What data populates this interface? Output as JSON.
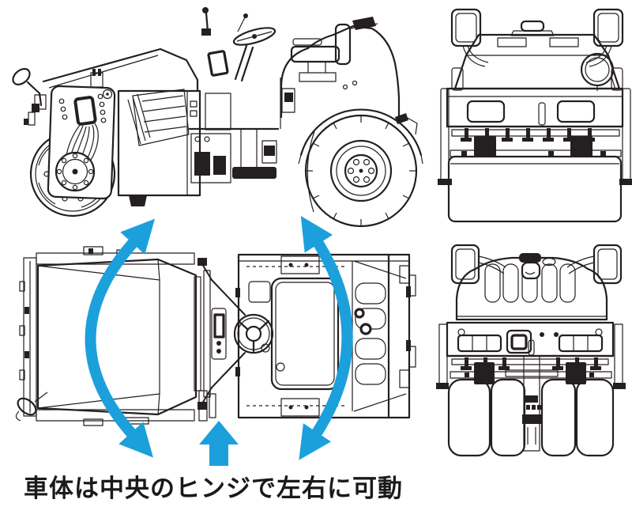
{
  "caption": {
    "text": "車体は中央のヒンジで左右に可動"
  },
  "colors": {
    "accent": "#1CA0DC",
    "line": "#241F20",
    "text": "#1A1A1A",
    "background": "#FFFFFF"
  },
  "icons": {
    "left_rotation_arrow": "curved-double-headed-arrow",
    "right_rotation_arrow": "curved-double-headed-arrow",
    "hinge_pointer": "up-arrow"
  }
}
